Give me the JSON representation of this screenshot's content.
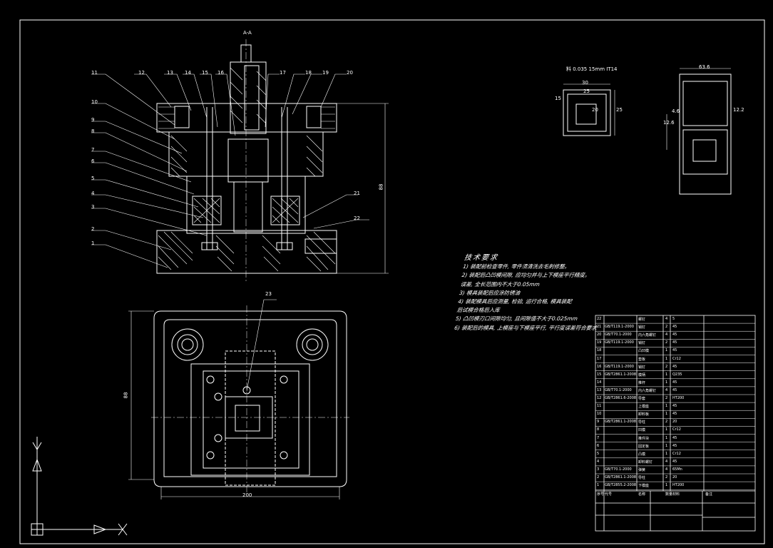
{
  "drawing": {
    "section_label": "A-A",
    "part_numbers_left": [
      "11",
      "10",
      "9",
      "8",
      "7",
      "6",
      "5",
      "4",
      "3",
      "2",
      "1"
    ],
    "part_numbers_top": [
      "12",
      "13",
      "14",
      "15",
      "16",
      "17",
      "18",
      "19",
      "20"
    ],
    "part_numbers_right": [
      "21",
      "22"
    ],
    "plan_callout": "23",
    "dim_height": "88",
    "dim_plan_height": "88",
    "dim_plan_width": "200",
    "part_view_label": "料 0.035  15mm  IT14",
    "part_dims": [
      "30",
      "25",
      "15",
      "25",
      "20"
    ],
    "strip_dims": [
      "63.6",
      "12.6",
      "4.6",
      "12.2"
    ]
  },
  "notes": {
    "title": "技术要求",
    "lines": [
      "1) 装配前检查零件, 零件须清洗去毛刺修整。",
      "2) 装配后凸凹模间隙, 应均匀并与上下模座平行精度。",
      "   误差, 全长范围内不大于0.05mm",
      "3) 模具装配后应涂防锈油",
      "4) 装配模具后应测量, 检验, 运行合格, 模具装配",
      "   后试模合格后入库",
      "5) 凸凹模刃口间隙均匀, 且间隙值不大于0.025mm",
      "6) 装配后的模具, 上模座与下模座平行, 平行度误差符合要求"
    ]
  },
  "bom": {
    "rows": [
      {
        "no": "22",
        "std": "",
        "name": "螺钉",
        "qty": "4",
        "mat": "5",
        "note": ""
      },
      {
        "no": "21",
        "std": "GB/T119.1-2000",
        "name": "销钉",
        "qty": "2",
        "mat": "45",
        "note": ""
      },
      {
        "no": "20",
        "std": "GB/T70.1-2000",
        "name": "内六角螺钉",
        "qty": "4",
        "mat": "45",
        "note": ""
      },
      {
        "no": "19",
        "std": "GB/T119.1-2000",
        "name": "销钉",
        "qty": "2",
        "mat": "45",
        "note": ""
      },
      {
        "no": "18",
        "std": "",
        "name": "凸凹模",
        "qty": "1",
        "mat": "45",
        "note": ""
      },
      {
        "no": "17",
        "std": "",
        "name": "垫板",
        "qty": "1",
        "mat": "Cr12",
        "note": ""
      },
      {
        "no": "16",
        "std": "GB/T119.1-2000",
        "name": "销钉",
        "qty": "2",
        "mat": "45",
        "note": ""
      },
      {
        "no": "15",
        "std": "GB/T2861.1-2008",
        "name": "模柄",
        "qty": "1",
        "mat": "Q235",
        "note": ""
      },
      {
        "no": "14",
        "std": "",
        "name": "推杆",
        "qty": "1",
        "mat": "45",
        "note": ""
      },
      {
        "no": "13",
        "std": "GB/T70.1-2000",
        "name": "内六角螺钉",
        "qty": "4",
        "mat": "45",
        "note": ""
      },
      {
        "no": "12",
        "std": "GB/T2861.6-2008",
        "name": "导套",
        "qty": "2",
        "mat": "HT200",
        "note": ""
      },
      {
        "no": "11",
        "std": "",
        "name": "上模座",
        "qty": "1",
        "mat": "45",
        "note": ""
      },
      {
        "no": "10",
        "std": "",
        "name": "卸料板",
        "qty": "1",
        "mat": "45",
        "note": ""
      },
      {
        "no": "9",
        "std": "GB/T2861.1-2008",
        "name": "导柱",
        "qty": "2",
        "mat": "20",
        "note": ""
      },
      {
        "no": "8",
        "std": "",
        "name": "凹模",
        "qty": "1",
        "mat": "Cr12",
        "note": ""
      },
      {
        "no": "7",
        "std": "",
        "name": "推件块",
        "qty": "1",
        "mat": "45",
        "note": ""
      },
      {
        "no": "6",
        "std": "",
        "name": "固定板",
        "qty": "1",
        "mat": "45",
        "note": ""
      },
      {
        "no": "5",
        "std": "",
        "name": "凸模",
        "qty": "1",
        "mat": "Cr12",
        "note": ""
      },
      {
        "no": "4",
        "std": "",
        "name": "卸料螺钉",
        "qty": "4",
        "mat": "45",
        "note": ""
      },
      {
        "no": "3",
        "std": "GB/T70.1-2000",
        "name": "弹簧",
        "qty": "4",
        "mat": "65Mn",
        "note": ""
      },
      {
        "no": "2",
        "std": "GB/T2861.1-2008",
        "name": "导柱",
        "qty": "2",
        "mat": "20",
        "note": ""
      },
      {
        "no": "1",
        "std": "GB/T2855.2-2008",
        "name": "下模座",
        "qty": "1",
        "mat": "HT200",
        "note": ""
      }
    ],
    "header": {
      "no": "序号",
      "std": "代号",
      "name": "名称",
      "qty": "数量",
      "mat": "材料",
      "note": "备注"
    }
  }
}
